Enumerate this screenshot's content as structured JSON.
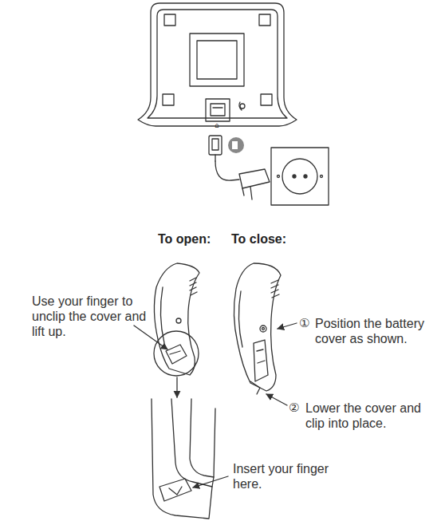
{
  "diagram": {
    "labels": [
      "To open:",
      "To close:",
      "Use your finger to unclip the cover and lift up.",
      "①",
      "Position the battery cover as shown.",
      "②",
      "Lower the cover and clip into place.",
      "Insert your finger here."
    ]
  }
}
